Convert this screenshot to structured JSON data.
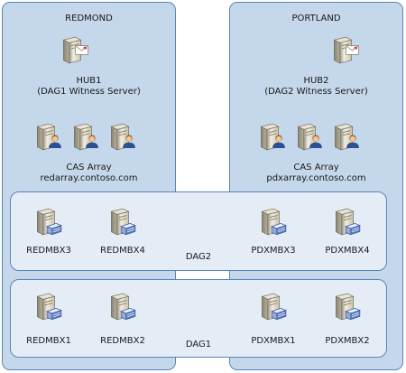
{
  "sites": {
    "redmond": {
      "name": "REDMOND"
    },
    "portland": {
      "name": "PORTLAND"
    }
  },
  "hubs": [
    {
      "name": "HUB1",
      "role": "(DAG1 Witness Server)"
    },
    {
      "name": "HUB2",
      "role": "(DAG2 Witness Server)"
    }
  ],
  "cas_arrays": [
    {
      "title": "CAS Array",
      "fqdn": "redarray.contoso.com"
    },
    {
      "title": "CAS Array",
      "fqdn": "pdxarray.contoso.com"
    }
  ],
  "dags": {
    "dag2": {
      "label": "DAG2",
      "servers": [
        "REDMBX3",
        "REDMBX4",
        "PDXMBX3",
        "PDXMBX4"
      ]
    },
    "dag1": {
      "label": "DAG1",
      "servers": [
        "REDMBX1",
        "REDMBX2",
        "PDXMBX1",
        "PDXMBX2"
      ]
    }
  },
  "colors": {
    "site_fill": "#c5d7ea",
    "dag_fill": "#e4ecf6",
    "border": "#5a86b5"
  },
  "icons": {
    "hub": "mail-server-icon",
    "cas": "client-access-server-icon",
    "mailbox": "mailbox-server-icon"
  }
}
